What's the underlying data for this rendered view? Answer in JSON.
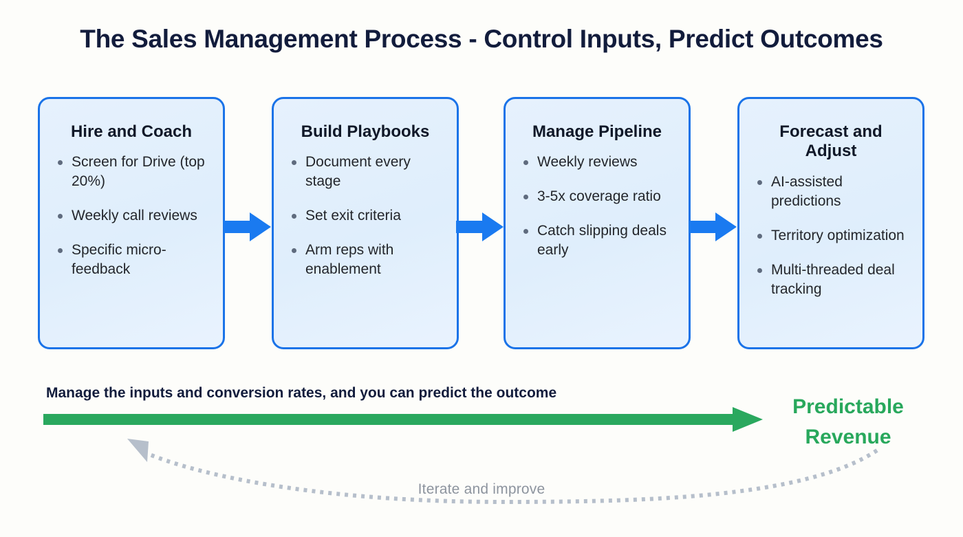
{
  "title": "The Sales Management Process - Control Inputs, Predict Outcomes",
  "colors": {
    "background": "#fdfdfa",
    "title_text": "#121c3c",
    "card_fill": "#e3f0fd",
    "card_border": "#1a73e8",
    "connector_arrow": "#1a7af0",
    "outcome_green": "#28a85c",
    "loop_gray": "#b6bfcb",
    "loop_label": "#8d949e"
  },
  "stages": [
    {
      "title": "Hire and Coach",
      "bullets": [
        "Screen for Drive (top 20%)",
        "Weekly call reviews",
        "Specific micro-feedback"
      ]
    },
    {
      "title": "Build Playbooks",
      "bullets": [
        "Document every stage",
        "Set exit criteria",
        "Arm reps with enablement"
      ]
    },
    {
      "title": "Manage Pipeline",
      "bullets": [
        "Weekly reviews",
        "3-5x coverage ratio",
        "Catch slipping deals early"
      ]
    },
    {
      "title": "Forecast and Adjust",
      "bullets": [
        "AI-assisted predictions",
        "Territory optimization",
        "Multi-threaded deal tracking"
      ]
    }
  ],
  "summary": {
    "statement": "Manage the inputs and conversion rates, and you can predict the outcome",
    "outcome": "Predictable Revenue"
  },
  "feedback": {
    "label": "Iterate and improve"
  },
  "icons": {
    "connector": "right-block-arrow-icon",
    "outcome_arrow": "right-block-arrow-icon",
    "loop_arrow": "dotted-curved-arrow-icon"
  }
}
